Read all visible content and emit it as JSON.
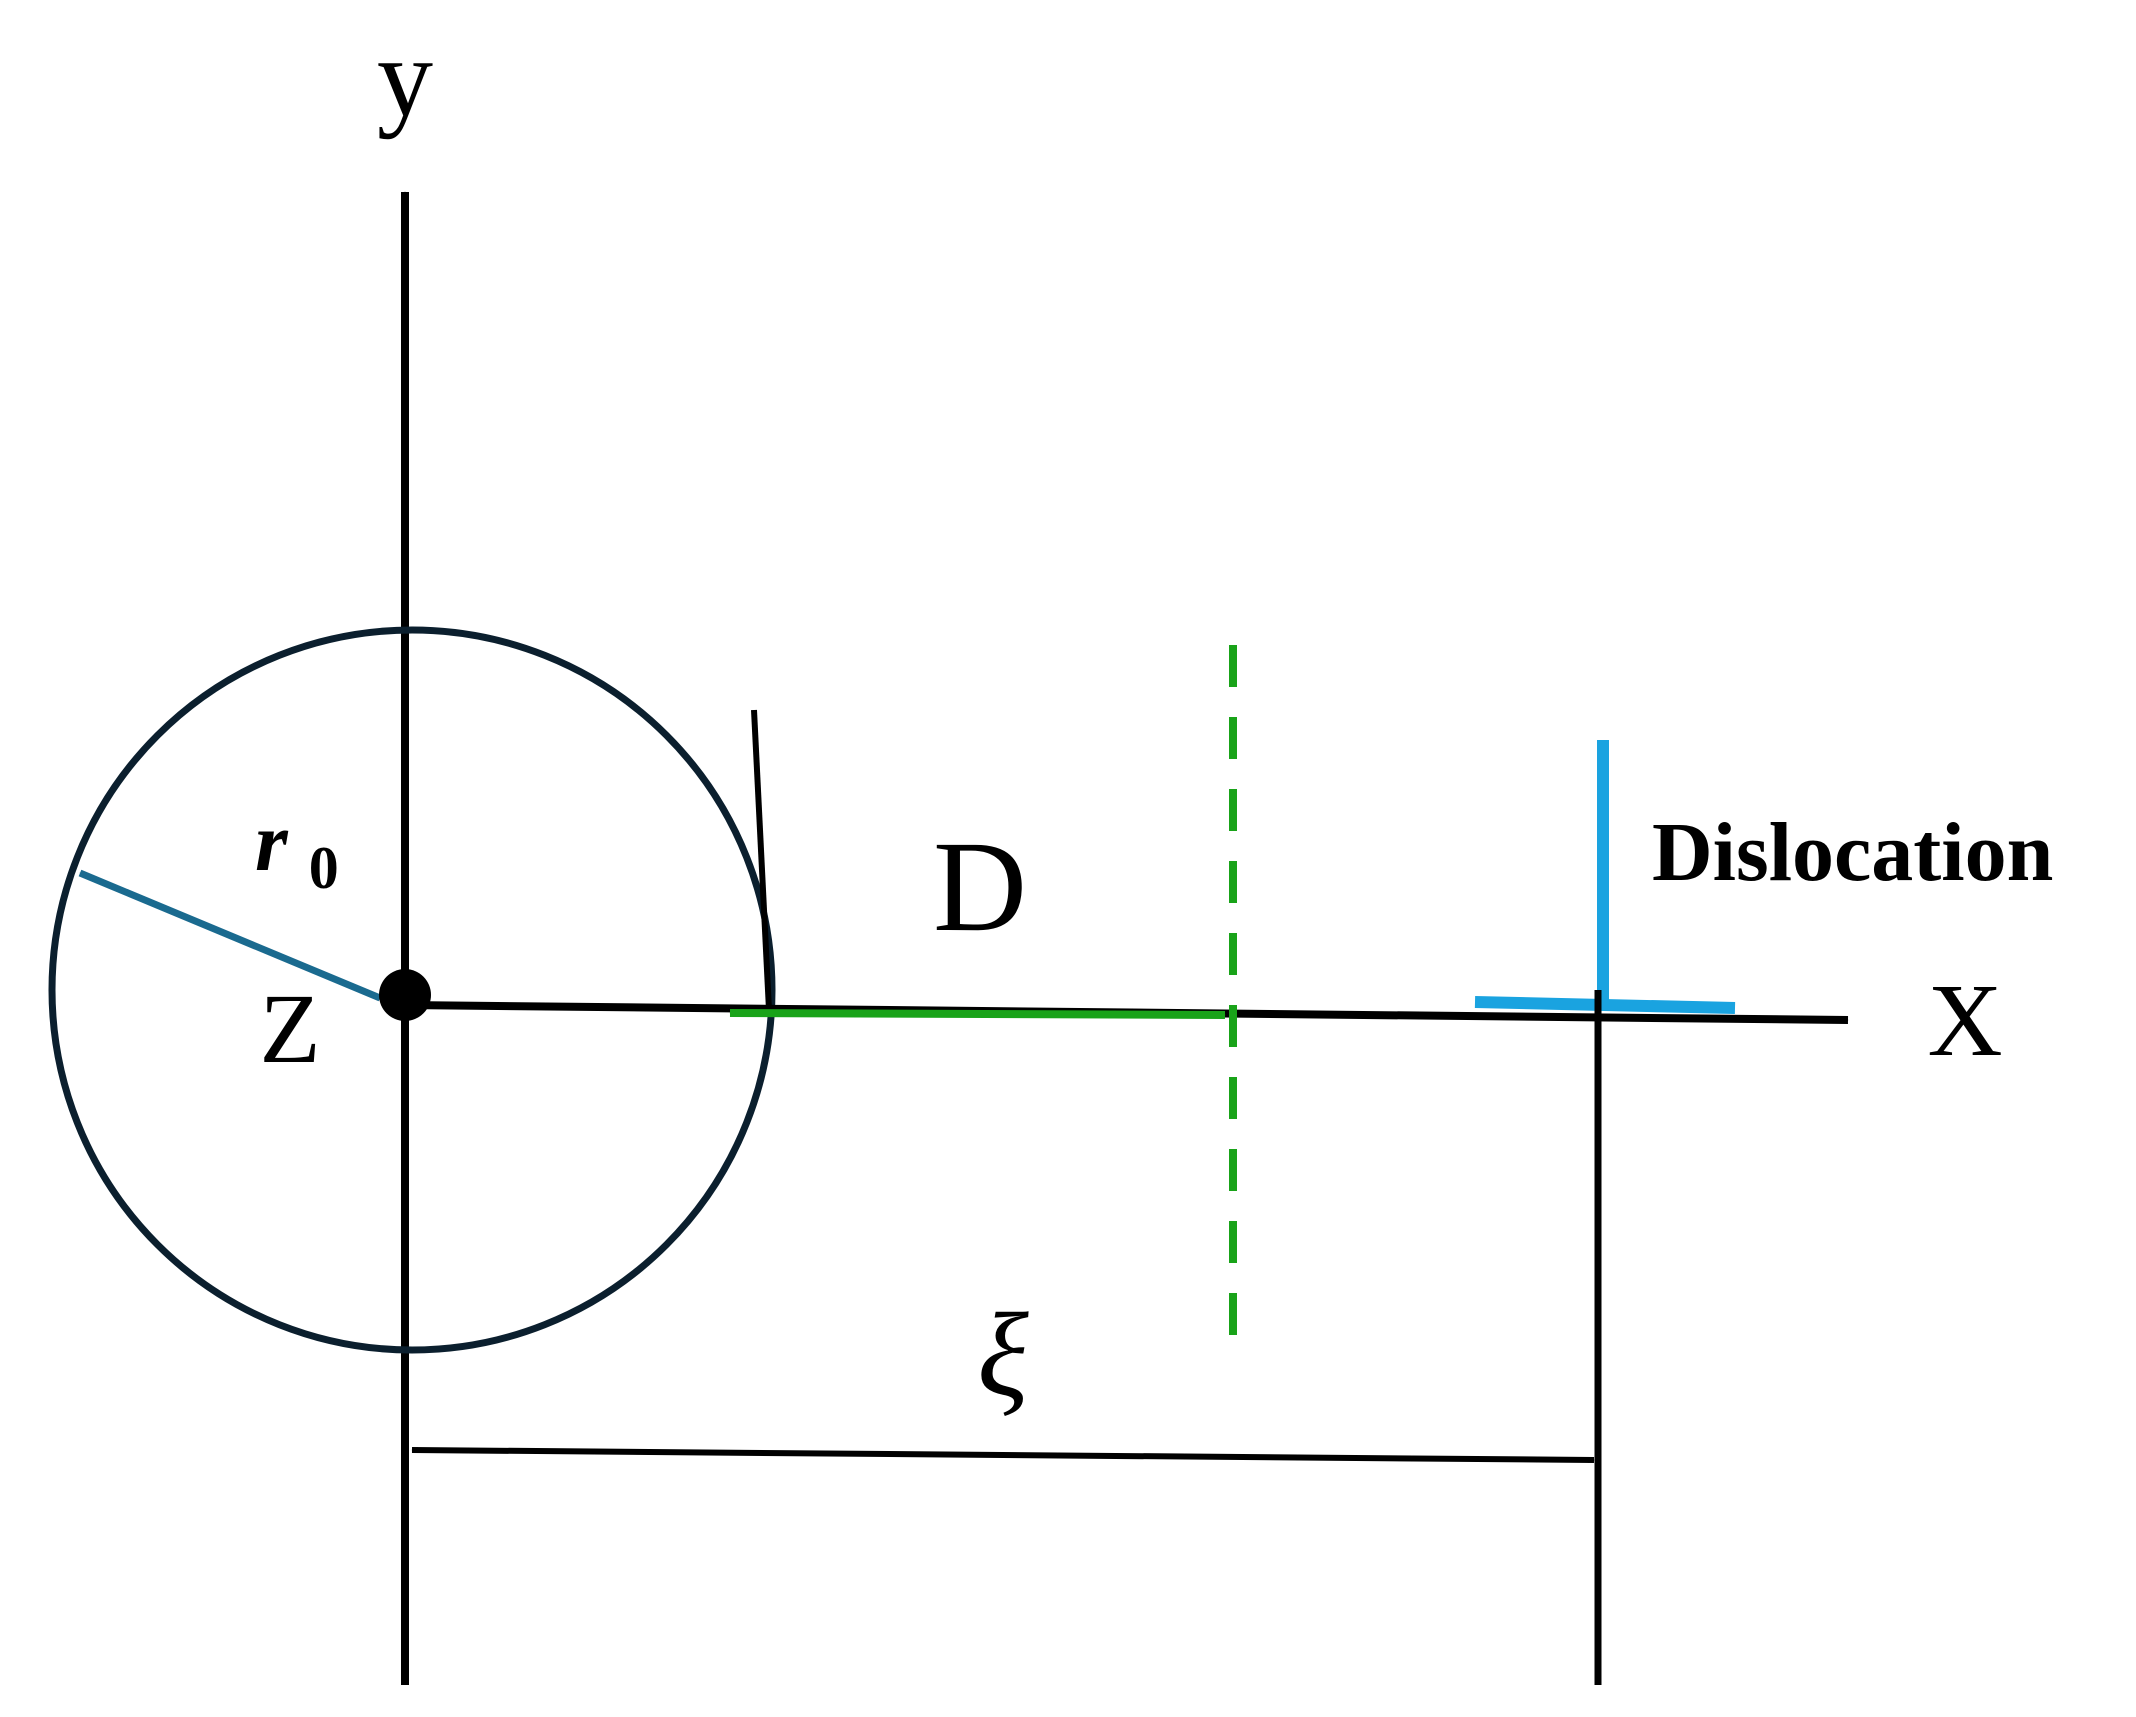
{
  "labels": {
    "y_axis": "y",
    "x_axis": "X",
    "origin": "Z",
    "radius": "r",
    "radius_subscript": "0",
    "distance_d": "D",
    "distance_xi": "ξ",
    "dislocation": "Dislocation"
  },
  "colors": {
    "axis": "#000000",
    "circle": "#0b1f2e",
    "radius_arrow": "#1a6a8f",
    "distance_d": "#19a319",
    "dislocation": "#1aa3e0"
  }
}
